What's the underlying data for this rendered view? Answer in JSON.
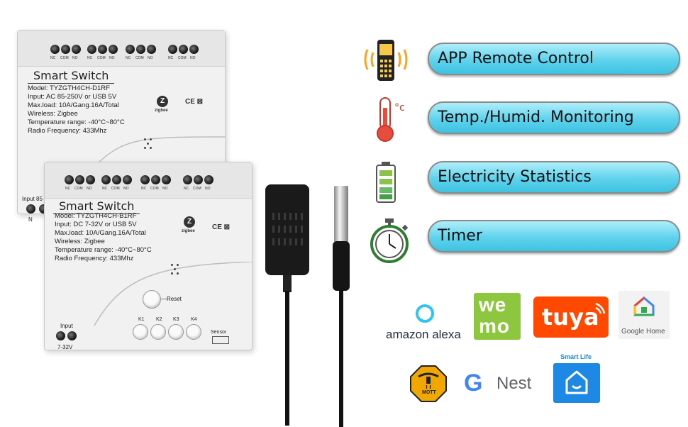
{
  "module_back": {
    "title": "Smart Switch",
    "model": "Model:  TYZGTH4CH-D1RF",
    "input": "Input:  AC 85-250V or USB 5V",
    "maxload": "Max.load:  10A/Gang.16A/Total",
    "wireless": "Wireless:  Zigbee",
    "temp_range": "Temperature range:  -40°C~80°C",
    "radio": "Radio Frequency:  433Mhz",
    "input_label": "Input  85",
    "n_label": "N",
    "zigbee_text": "zigbee",
    "ce_text": "CE ⊠"
  },
  "module_front": {
    "title": "Smart Switch",
    "model": "Model:  TYZGTH4CH-B1RF",
    "input": "Input:  DC 7-32V or USB 5V",
    "maxload": "Max.load:    10A/Gang.16A/Total",
    "wireless": "Wireless:  Zigbee",
    "temp_range": "Temperature range:  -40°C~80°C",
    "radio": "Radio Frequency:  433Mhz",
    "reset_label": "Reset",
    "input_label": "Input",
    "voltage_label": "7-32V",
    "sensor_label": "Sensor",
    "buttons": [
      "K1",
      "K2",
      "K3",
      "K4"
    ],
    "zigbee_text": "zigbee",
    "ce_text": "CE ⊠"
  },
  "terminal_labels": [
    "NC",
    "COM",
    "NO"
  ],
  "features": [
    {
      "label": "APP Remote Control",
      "icon": "phone-icon"
    },
    {
      "label": "Temp./Humid. Monitoring",
      "icon": "thermometer-icon"
    },
    {
      "label": "Electricity Statistics",
      "icon": "battery-icon"
    },
    {
      "label": "Timer",
      "icon": "stopwatch-icon"
    }
  ],
  "logos": {
    "alexa": "amazon alexa",
    "wemo_top": "we",
    "wemo_bottom": "mo",
    "tuya": "tuya",
    "google_home": "Google Home",
    "mott": "MOTT",
    "nest_g": "G",
    "nest": "Nest",
    "smart_life": "Smart Life"
  },
  "colors": {
    "pill_top": "#aeeefa",
    "pill_bottom": "#3cc3e2",
    "wemo_green": "#8dc63f",
    "tuya_orange": "#ff4800",
    "smart_life_blue": "#1e88e5",
    "alexa_blue": "#31c4f3"
  }
}
